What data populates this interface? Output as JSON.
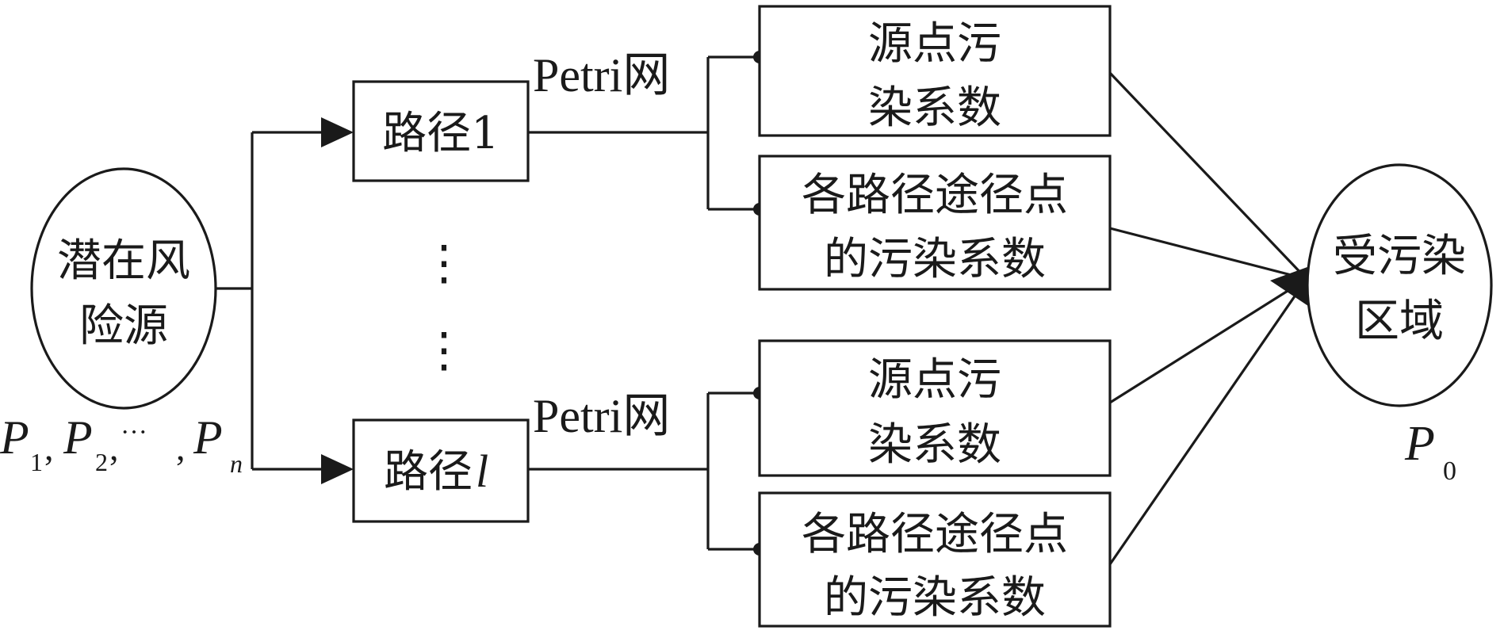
{
  "diagram": {
    "source_node": {
      "line1": "潜在风",
      "line2": "险源"
    },
    "source_params": {
      "p": "P",
      "sub1": "1",
      "sub2": "2",
      "sep": ",",
      "ellipsis": "···",
      "subn": "n"
    },
    "path_1": {
      "label": "路径1"
    },
    "path_l": {
      "label": "路径",
      "label_var": "l"
    },
    "ellipsis_dots": "⋮",
    "net_label_top": "Petri网",
    "net_label_bottom": "Petri网",
    "factor_source": {
      "line1": "源点污",
      "line2": "染系数"
    },
    "factor_route": {
      "line1": "各路径途径点",
      "line2": "的污染系数"
    },
    "target_node": {
      "line1": "受污染",
      "line2": "区域"
    },
    "target_param": {
      "p": "P",
      "sub": "0"
    }
  }
}
